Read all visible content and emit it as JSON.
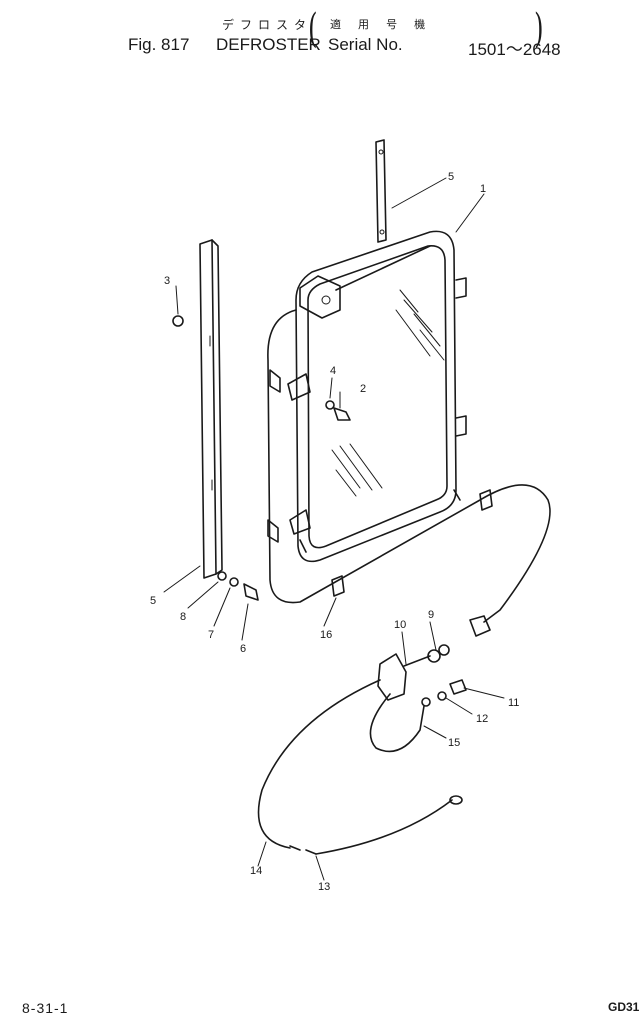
{
  "header": {
    "jp_title": "デフロスタ",
    "jp_applicability": "適 用 号 機",
    "fig_label": "Fig. 817",
    "fig_name": "DEFROSTER",
    "serial_label": "Serial No.",
    "serial_range": "1501～2648"
  },
  "callouts": [
    "1",
    "2",
    "3",
    "4",
    "5",
    "5",
    "6",
    "7",
    "8",
    "9",
    "10",
    "11",
    "12",
    "13",
    "14",
    "15",
    "16"
  ],
  "footer": {
    "page_number": "8-31-1",
    "model_code": "GD31"
  }
}
